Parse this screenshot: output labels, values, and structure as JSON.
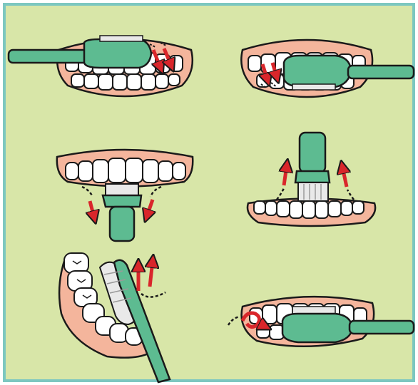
{
  "palette": {
    "background": "#d8e6a8",
    "border": "#7cc7c0",
    "gum": "#f4b59c",
    "lip": "#f7c8b3",
    "tooth": "#ffffff",
    "brush": "#5dbb91",
    "brush_dark": "#3f9a73",
    "bristle": "#e9e9e9",
    "arrow": "#d9262b",
    "outline": "#1a1a1a"
  },
  "panels": [
    {
      "name": "outer-upper-left",
      "arrow": "down-motion"
    },
    {
      "name": "outer-upper-right",
      "arrow": "down-motion"
    },
    {
      "name": "inner-front-upper",
      "arrow": "down-sweep"
    },
    {
      "name": "inner-front-lower",
      "arrow": "up-sweep"
    },
    {
      "name": "inner-side",
      "arrow": "up-sweep"
    },
    {
      "name": "chewing-surface",
      "arrow": "circular"
    }
  ],
  "icons": [
    "toothbrush-icon",
    "teeth-icon",
    "arrow-icon"
  ]
}
